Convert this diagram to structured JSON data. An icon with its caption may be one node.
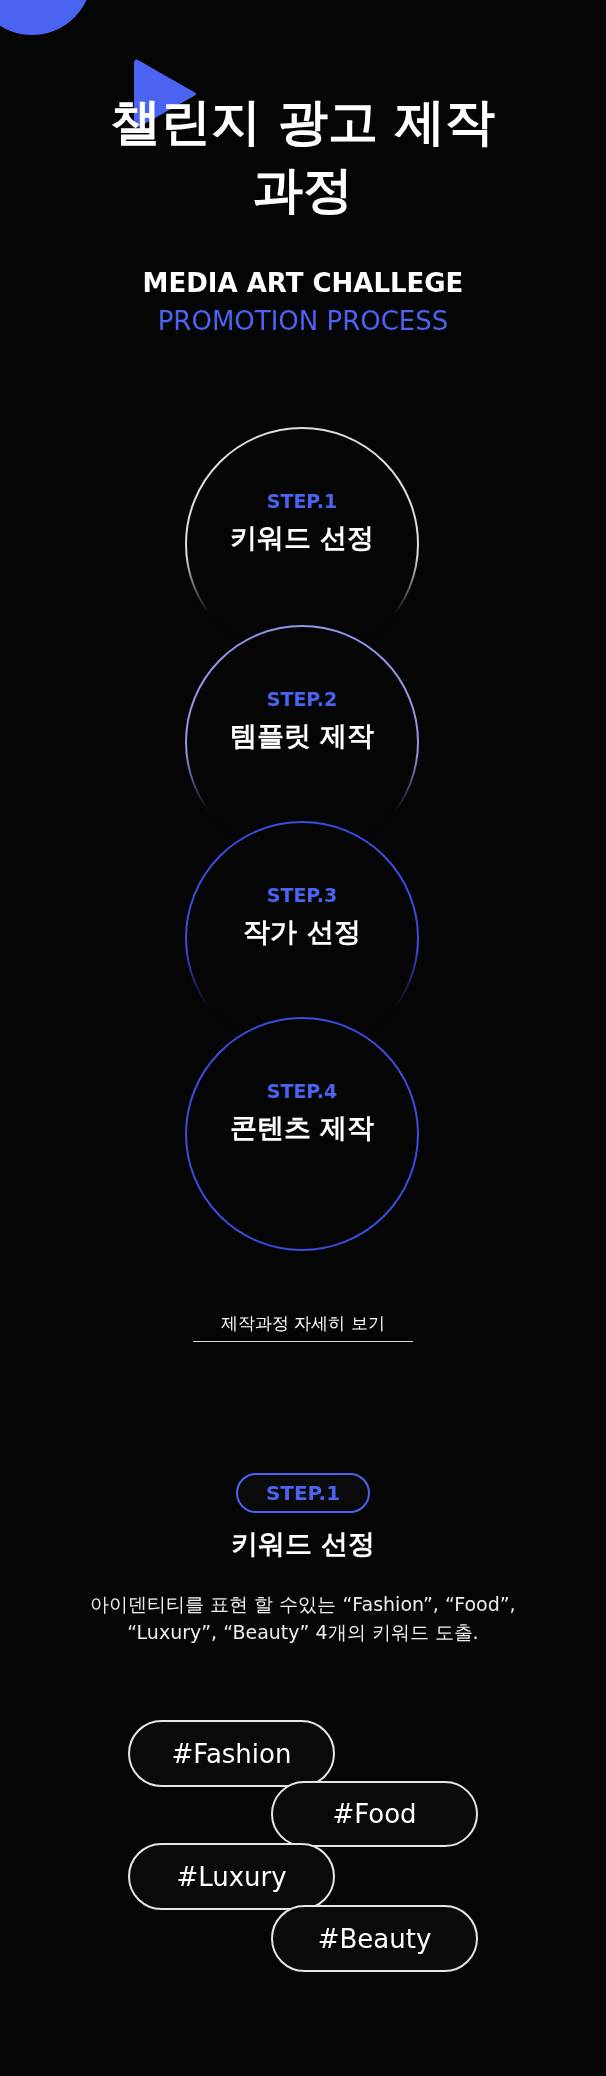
{
  "diagram": {
    "title": "챌린지 광고 제작과정",
    "nodes": [
      {
        "text": [
          "STEP.1",
          "키워드 선정"
        ]
      },
      {
        "text": [
          "STEP.2",
          "템플릿 제작"
        ]
      },
      {
        "text": [
          "STEP.3",
          "작가 선정"
        ]
      },
      {
        "text": [
          "STEP.4",
          "콘텐츠 제작"
        ]
      },
      {
        "text": [
          "STEP.1"
        ]
      },
      {
        "text": [
          "#Fashion"
        ]
      },
      {
        "text": [
          "#Food"
        ]
      },
      {
        "text": [
          "#Luxury"
        ]
      },
      {
        "text": [
          "#Beauty"
        ]
      }
    ],
    "labels": [
      "MEDIA ART CHALLEGE",
      "PROMOTION PROCESS",
      "제작과정 자세히 보기",
      "키워드 선정",
      "아이덴티티를 표현 할 수있는 “Fashion”, “Food”, “Luxury”, “Beauty” 4개의 키워드 도출."
    ]
  }
}
